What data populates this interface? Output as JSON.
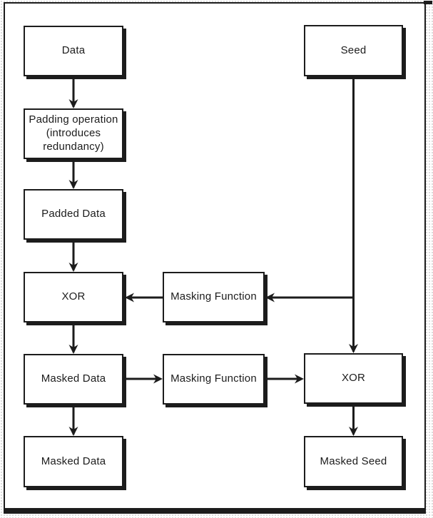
{
  "figure": {
    "type": "flow-diagram",
    "colors": {
      "ink": "#1c1c1c",
      "paper": "#ffffff"
    }
  },
  "nodes": {
    "data": "Data",
    "padding_operation": "Padding operation\n(introduces\nredundancy)",
    "padded_data": "Padded Data",
    "xor_left": "XOR",
    "masking_function_top": "Masking Function",
    "masked_data_mid": "Masked Data",
    "masking_function_bottom": "Masking Function",
    "masked_data_bottom": "Masked Data",
    "seed": "Seed",
    "xor_right": "XOR",
    "masked_seed": "Masked Seed"
  }
}
